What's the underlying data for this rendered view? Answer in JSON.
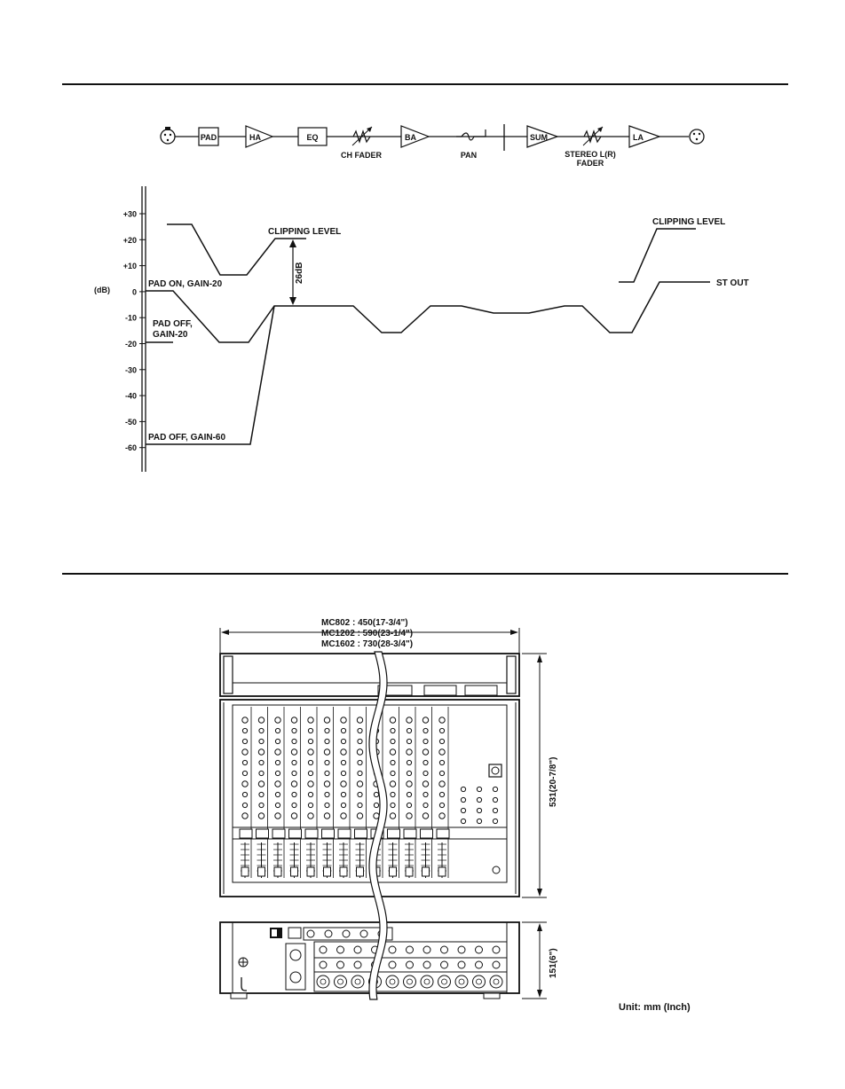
{
  "block_diagram": {
    "blocks": [
      "PAD",
      "HA",
      "EQ",
      "BA",
      "SUM",
      "LA"
    ],
    "ch_fader": "CH FADER",
    "pan": "PAN",
    "stereo_fader_line1": "STEREO L(R)",
    "stereo_fader_line2": "FADER"
  },
  "level_diagram": {
    "unit": "(dB)",
    "ticks": [
      "+30",
      "+20",
      "+10",
      "0",
      "-10",
      "-20",
      "-30",
      "-40",
      "-50",
      "-60"
    ],
    "labels": {
      "clipping_left": "CLIPPING LEVEL",
      "clipping_right": "CLIPPING LEVEL",
      "headroom": "26dB",
      "pad_on": "PAD ON, GAIN-20",
      "pad_off_20_line1": "PAD OFF,",
      "pad_off_20_line2": "GAIN-20",
      "pad_off_60": "PAD OFF, GAIN-60",
      "st_out": "ST OUT"
    }
  },
  "dimensions": {
    "width_line1": "MC802 : 450(17-3/4\")",
    "width_line2": "MC1202 : 590(23-1/4\")",
    "width_line3": "MC1602 : 730(28-3/4\")",
    "height_top": "531(20-7/8\")",
    "height_rear": "151(6\")",
    "unit_note": "Unit: mm (Inch)"
  }
}
